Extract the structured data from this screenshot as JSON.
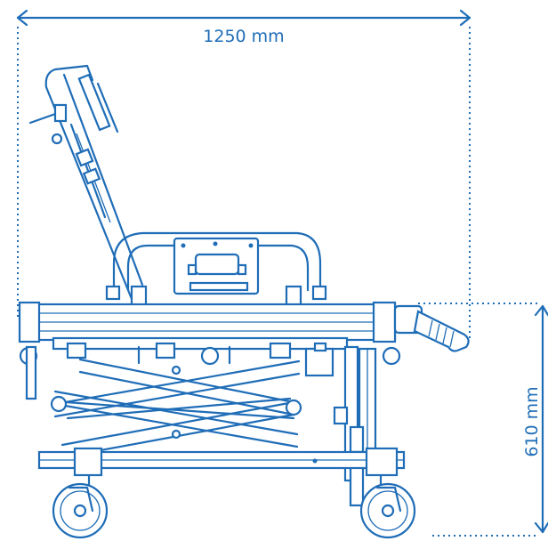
{
  "dimensions": {
    "width_label": "1250 mm",
    "height_label": "610 mm"
  },
  "colors": {
    "stroke": "#1f6db7",
    "background": "#ffffff"
  },
  "drawing": {
    "subject": "stretcher-trolley-side-view"
  }
}
